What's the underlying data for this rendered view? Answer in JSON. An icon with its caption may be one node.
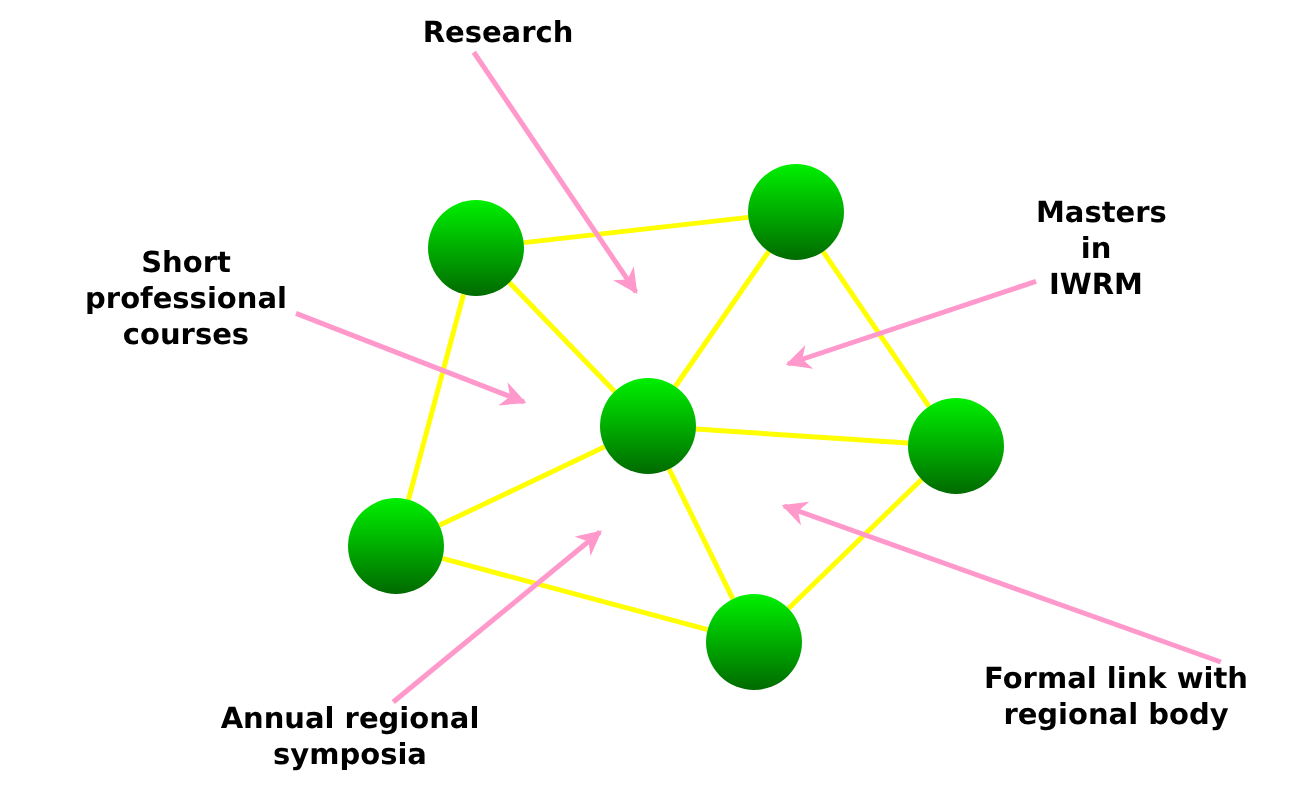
{
  "diagram": {
    "nodes": [
      {
        "text": [
          "Research"
        ]
      },
      {
        "text": [],
        "shape": "circle"
      },
      {
        "text": [],
        "shape": "circle"
      },
      {
        "text": [
          "Short professional courses"
        ]
      },
      {
        "text": [
          "Masters in IWRM"
        ]
      },
      {
        "text": [],
        "shape": "circle"
      },
      {
        "text": [],
        "shape": "circle"
      },
      {
        "text": [],
        "shape": "circle"
      },
      {
        "text": [],
        "shape": "circle"
      },
      {
        "text": [
          "Formal link with regional body"
        ]
      },
      {
        "text": [
          "Annual regional symposia"
        ]
      }
    ],
    "edges": [
      {
        "from": 1,
        "to": 2,
        "arrow": "none"
      },
      {
        "from": 1,
        "to": 5,
        "arrow": "none"
      },
      {
        "from": 1,
        "to": 7,
        "arrow": "none"
      },
      {
        "from": 2,
        "to": 5,
        "arrow": "none"
      },
      {
        "from": 2,
        "to": 6,
        "arrow": "none"
      },
      {
        "from": 5,
        "to": 6,
        "arrow": "none"
      },
      {
        "from": 5,
        "to": 7,
        "arrow": "none"
      },
      {
        "from": 5,
        "to": 8,
        "arrow": "none"
      },
      {
        "from": 7,
        "to": 8,
        "arrow": "none"
      },
      {
        "from": 8,
        "to": 6,
        "arrow": "none"
      },
      {
        "from": 0,
        "to": null,
        "arrow": "to",
        "color": "#ff99cc"
      },
      {
        "from": 3,
        "to": null,
        "arrow": "to",
        "color": "#ff99cc"
      },
      {
        "from": 4,
        "to": null,
        "arrow": "to",
        "color": "#ff99cc"
      },
      {
        "from": 10,
        "to": null,
        "arrow": "to",
        "color": "#ff99cc"
      },
      {
        "from": 9,
        "to": null,
        "arrow": "to",
        "color": "#ff99cc"
      }
    ]
  }
}
